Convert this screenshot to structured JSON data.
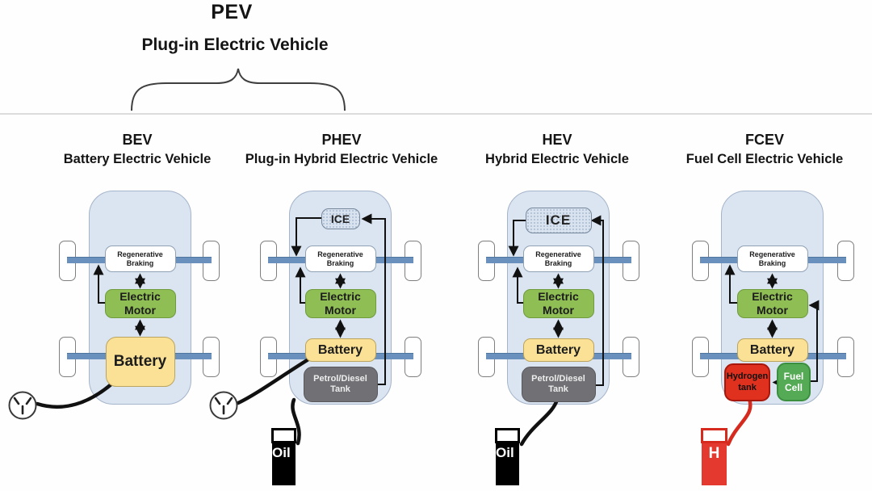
{
  "header": {
    "acronym": "PEV",
    "title": "Plug-in Electric Vehicle"
  },
  "vehicles": {
    "bev": {
      "acronym": "BEV",
      "name": "Battery Electric Vehicle"
    },
    "phev": {
      "acronym": "PHEV",
      "name": "Plug-in Hybrid Electric Vehicle"
    },
    "hev": {
      "acronym": "HEV",
      "name": "Hybrid Electric Vehicle"
    },
    "fcev": {
      "acronym": "FCEV",
      "name": "Fuel Cell Electric Vehicle"
    }
  },
  "components": {
    "ice": "ICE",
    "regen_braking": "Regenerative Braking",
    "electric_motor": "Electric Motor",
    "battery": "Battery",
    "petrol_tank": "Petrol/Diesel Tank",
    "hydrogen_tank": "Hydrogen tank",
    "fuel_cell": "Fuel Cell"
  },
  "externals": {
    "oil_label": "Oil",
    "hydrogen_label": "H"
  },
  "colors": {
    "car_body": "#dbe5f1",
    "axle_blue": "#6a91bd",
    "motor_green": "#8fbe55",
    "battery_yellow": "#fae196",
    "tank_gray": "#717175",
    "hydrogen_red": "#e0301e",
    "fuel_cell_green": "#55ab55",
    "ice_blue": "#d9e3ef",
    "cable_black": "#111111",
    "cable_red": "#d62a1e"
  }
}
